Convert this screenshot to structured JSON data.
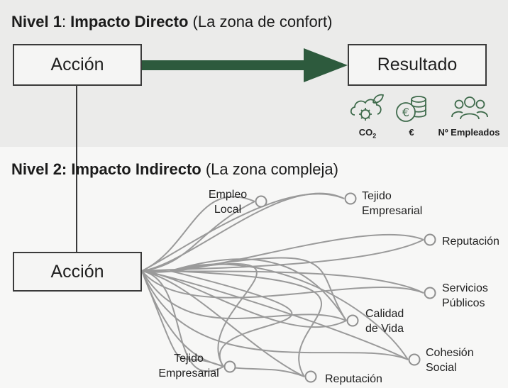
{
  "level1": {
    "heading_bold": "Nivel 1",
    "heading_colon": ": ",
    "heading_bold2": "Impacto Directo",
    "heading_rest": " (La zona de confort)",
    "action_label": "Acción",
    "result_label": "Resultado",
    "icons": [
      {
        "name": "co2-cloud-gear-icon",
        "label": "CO",
        "sub": "2"
      },
      {
        "name": "euro-coins-icon",
        "label": "€",
        "sub": ""
      },
      {
        "name": "employees-group-icon",
        "label": "Nº Empleados",
        "sub": ""
      }
    ]
  },
  "level2": {
    "heading_bold": "Nivel 2: Impacto Indirecto",
    "heading_rest": " (La zona compleja)",
    "action_label": "Acción",
    "nodes": [
      {
        "name": "node-empleo-local",
        "line1": "Empleo",
        "line2": "Local"
      },
      {
        "name": "node-tejido-empresarial-top",
        "line1": "Tejido",
        "line2": "Empresarial"
      },
      {
        "name": "node-reputacion-right",
        "line1": "Reputación",
        "line2": ""
      },
      {
        "name": "node-servicios-publicos",
        "line1": "Servicios",
        "line2": "Públicos"
      },
      {
        "name": "node-calidad-de-vida",
        "line1": "Calidad",
        "line2": "de Vida"
      },
      {
        "name": "node-cohesion-social",
        "line1": "Cohesión",
        "line2": "Social"
      },
      {
        "name": "node-tejido-empresarial-bottom",
        "line1": "Tejido",
        "line2": "Empresarial"
      },
      {
        "name": "node-reputacion-bottom",
        "line1": "Reputación",
        "line2": ""
      }
    ]
  },
  "colors": {
    "arrow": "#2d5a3d",
    "icon": "#3f6b4c",
    "curves": "#9a9a9a",
    "band1": "#ebebea",
    "band2": "#f7f7f6"
  }
}
